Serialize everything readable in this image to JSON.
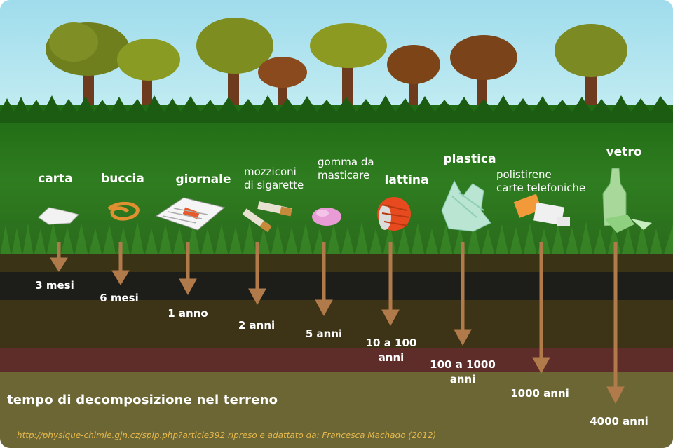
{
  "items": [
    {
      "id": "carta",
      "label": "carta",
      "time": "3 mesi"
    },
    {
      "id": "buccia",
      "label": "buccia",
      "time": "6 mesi"
    },
    {
      "id": "giornale",
      "label": "giornale",
      "time": "1 anno"
    },
    {
      "id": "mozziconi",
      "label": "mozziconi\ndi sigarette",
      "time": "2 anni"
    },
    {
      "id": "gomma",
      "label": "gomma da\nmasticare",
      "time": "5 anni"
    },
    {
      "id": "lattina",
      "label": "lattina",
      "time": "10 a 100\nanni"
    },
    {
      "id": "plastica",
      "label": "plastica",
      "time": "100 a 1000\nanni"
    },
    {
      "id": "polistirene",
      "label": "polistirene\ncarte telefoniche",
      "time": "1000 anni"
    },
    {
      "id": "vetro",
      "label": "vetro",
      "time": "4000 anni"
    }
  ],
  "soil_title": "tempo di decomposizione nel terreno",
  "credit": "http://physique-chimie.gjn.cz/spip.php?article392   ripreso e adattato da: Francesca Machado (2012)",
  "colors": {
    "sky": "#a8e0ec",
    "grass": "#2f7a1e",
    "soil_dark": "#1e1e1a",
    "soil_brown": "#3d3417",
    "soil_red": "#5e2d2a",
    "soil_olive": "#6b6634",
    "arrow": "#b07a4a",
    "credit": "#e6b84d"
  }
}
